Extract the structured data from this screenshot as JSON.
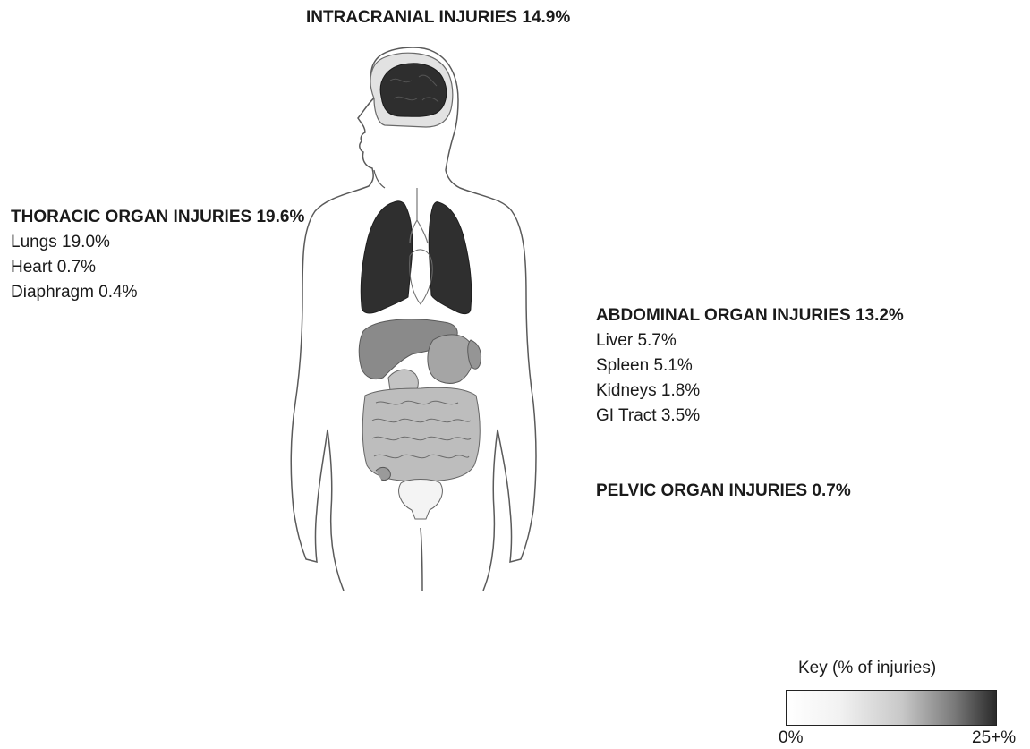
{
  "regions": {
    "intracranial": {
      "title": "INTRACRANIAL INJURIES 14.9%",
      "percent": 14.9
    },
    "thoracic": {
      "title": "THORACIC ORGAN INJURIES 19.6%",
      "percent": 19.6,
      "items": [
        {
          "label": "Lungs 19.0%",
          "percent": 19.0
        },
        {
          "label": "Heart 0.7%",
          "percent": 0.7
        },
        {
          "label": "Diaphragm 0.4%",
          "percent": 0.4
        }
      ]
    },
    "abdominal": {
      "title": "ABDOMINAL ORGAN INJURIES 13.2%",
      "percent": 13.2,
      "items": [
        {
          "label": "Liver 5.7%",
          "percent": 5.7
        },
        {
          "label": "Spleen 5.1%",
          "percent": 5.1
        },
        {
          "label": "Kidneys 1.8%",
          "percent": 1.8
        },
        {
          "label": "GI Tract 3.5%",
          "percent": 3.5
        }
      ]
    },
    "pelvic": {
      "title": "PELVIC ORGAN INJURIES 0.7%",
      "percent": 0.7
    }
  },
  "key": {
    "title": "Key (% of injuries)",
    "min_label": "0%",
    "max_label": "25+%",
    "colors": {
      "low": "#ffffff",
      "high": "#2a2a2a"
    }
  },
  "colors": {
    "brain": "#2e2e2e",
    "lungs": "#2f2f2f",
    "liver": "#8a8a8a",
    "spleen": "#959595",
    "gi_tract": "#bdbdbd",
    "bladder": "#f4f4f4",
    "outline": "#4a4a4a"
  }
}
